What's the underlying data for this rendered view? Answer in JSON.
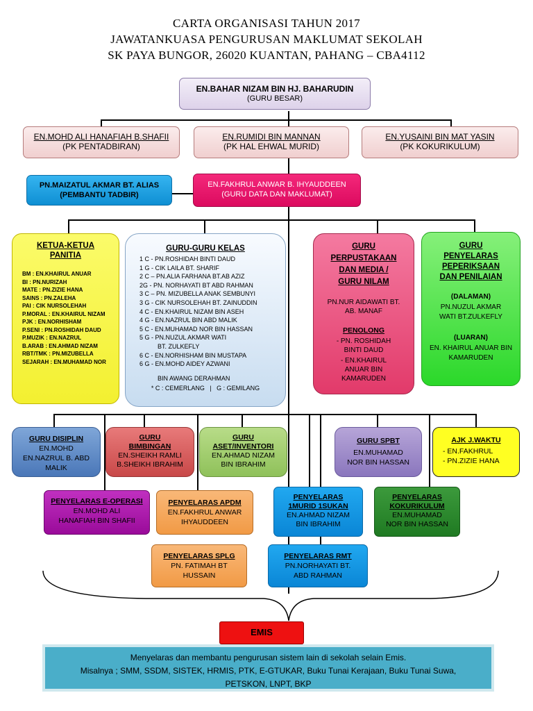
{
  "title": {
    "line1": "CARTA ORGANISASI TAHUN 2017",
    "line2": "JAWATANKUASA PENGURUSAN MAKLUMAT SEKOLAH",
    "line3": "SK PAYA BUNGOR, 26020 KUANTAN, PAHANG – CBA4112"
  },
  "guru_besar": {
    "name": "EN.BAHAR NIZAM BIN HJ. BAHARUDIN",
    "role": "(GURU BESAR)"
  },
  "pk_pentadbiran": {
    "name": "EN.MOHD ALI HANAFIAH B.SHAFII",
    "role": "(PK PENTADBIRAN)"
  },
  "pk_hem": {
    "name": "EN.RUMIDI BIN MANNAN",
    "role": "(PK HAL EHWAL MURID)"
  },
  "pk_koku": {
    "name": "EN.YUSAINI BIN MAT YASIN",
    "role": "(PK KOKURIKULUM)"
  },
  "pembantu_tadbir": {
    "name": "PN.MAIZATUL AKMAR BT. ALIAS",
    "role": "(PEMBANTU TADBIR)"
  },
  "guru_data": {
    "name": "EN.FAKHRUL ANWAR B. IHYAUDDEEN",
    "role": "(GURU DATA DAN MAKLUMAT)"
  },
  "ketua_panitia": {
    "title1": "KETUA-KETUA",
    "title2": "PANITIA",
    "items": [
      "BM : EN.KHAIRUL ANUAR",
      "BI : PN.NURIZAH",
      "MATE : PN.ZIZIE HANA",
      "SAINS : PN.ZALEHA",
      "PAI : CIK NURSOLEHAH",
      "P.MORAL : EN.KHAIRUL NIZAM",
      "PJK : EN.NORHISHAM",
      "P.SENI : PN.ROSHIDAH DAUD",
      "P.MUZIK : EN.NAZRUL",
      "B.ARAB : EN.AHMAD NIZAM",
      "RBT/TMK : PN.MIZUBELLA",
      "SEJARAH : EN.MUHAMAD NOR"
    ]
  },
  "guru_kelas": {
    "title": "GURU-GURU KELAS",
    "items": [
      "1 C - PN.ROSHIDAH BINTI DAUD",
      "1 G - CIK LAILA BT. SHARIF",
      "2 C – PN.ALIA FARHANA BT.AB AZIZ",
      "2G - PN. NORHAYATI BT ABD RAHMAN",
      "3 C – PN. MIZUBELLA ANAK SEMBUNYI",
      "3 G - CIK NURSOLEHAH BT. ZAINUDDIN",
      "4 C - EN.KHAIRUL NIZAM BIN ASEH",
      "4 G - EN.NAZRUL BIN ABD MALIK",
      "5 C - EN.MUHAMAD NOR BIN HASSAN",
      "5 G - PN.NUZUL AKMAR WATI",
      "BT. ZULKEFLY",
      "6 C - EN.NORHISHAM BIN MUSTAPA",
      "6 G - EN.MOHD AIDEY AZWANI",
      "BIN AWANG DERAHMAN"
    ],
    "legend": "* C : CEMERLANG   |   G : GEMILANG"
  },
  "perpustakaan": {
    "title": [
      "GURU",
      "PERPUSTAKAAN",
      "DAN MEDIA /",
      "GURU NILAM"
    ],
    "name": "PN.NUR AIDAWATI BT. AB. MANAF",
    "penolong_title": "PENOLONG",
    "penolong": [
      "- PN. ROSHIDAH BINTI DAUD",
      "- EN.KHAIRUL ANUAR BIN KAMARUDEN"
    ]
  },
  "peperiksaan": {
    "title": [
      "GURU",
      "PENYELARAS",
      "PEPERIKSAAN",
      "DAN PENILAIAN"
    ],
    "dalaman_label": "(DALAMAN)",
    "dalaman": "PN.NUZUL AKMAR WATI BT.ZULKEFLY",
    "luaran_label": "(LUARAN)",
    "luaran": "EN. KHAIRUL ANUAR BIN KAMARUDEN"
  },
  "disiplin": {
    "title": "GURU DISIPLIN",
    "names": [
      "EN.MOHD",
      "EN.NAZRUL B. ABD MALIK"
    ]
  },
  "bimbingan": {
    "title": [
      "GURU",
      "BIMBINGAN"
    ],
    "names": [
      "EN.SHEIKH RAMLI",
      "B.SHEIKH IBRAHIM"
    ]
  },
  "aset": {
    "title": [
      "GURU",
      "ASET/INVENTORI"
    ],
    "names": [
      "EN.AHMAD NIZAM",
      "BIN IBRAHIM"
    ]
  },
  "spbt": {
    "title": "GURU SPBT",
    "names": [
      "EN.MUHAMAD",
      "NOR BIN HASSAN"
    ]
  },
  "jwaktu": {
    "title": "AJK J.WAKTU",
    "names": [
      "- EN.FAKHRUL",
      "- PN.ZIZIE HANA"
    ]
  },
  "eoperasi": {
    "title": "PENYELARAS E-OPERASI",
    "names": [
      "EN.MOHD ALI",
      "HANAFIAH BIN SHAFII"
    ]
  },
  "apdm": {
    "title": "PENYELARAS APDM",
    "names": [
      "EN.FAKHRUL ANWAR",
      "IHYAUDDEEN"
    ]
  },
  "sukan": {
    "title": [
      "PENYELARAS",
      "1MURID 1SUKAN"
    ],
    "names": [
      "EN.AHMAD NIZAM",
      "BIN IBRAHIM"
    ]
  },
  "kokurikulum": {
    "title": [
      "PENYELARAS",
      "KOKURIKULUM"
    ],
    "names": [
      "EN.MUHAMAD",
      "NOR BIN HASSAN"
    ]
  },
  "splg": {
    "title": "PENYELARAS SPLG",
    "names": [
      "PN. FATIMAH BT",
      "HUSSAIN"
    ]
  },
  "rmt": {
    "title": "PENYELARAS RMT",
    "names": [
      "PN.NORHAYATI BT.",
      "ABD RAHMAN"
    ]
  },
  "emis": {
    "label": "EMIS"
  },
  "footer": {
    "line1": "Menyelaras dan membantu pengurusan sistem lain di sekolah selain Emis.",
    "line2": "Misalnya ; SMM, SSDM, SISTEK, HRMIS, PTK, E-GTUKAR, Buku Tunai Kerajaan, Buku Tunai Suwa,",
    "line3": "PETSKON, LNPT, BKP"
  }
}
